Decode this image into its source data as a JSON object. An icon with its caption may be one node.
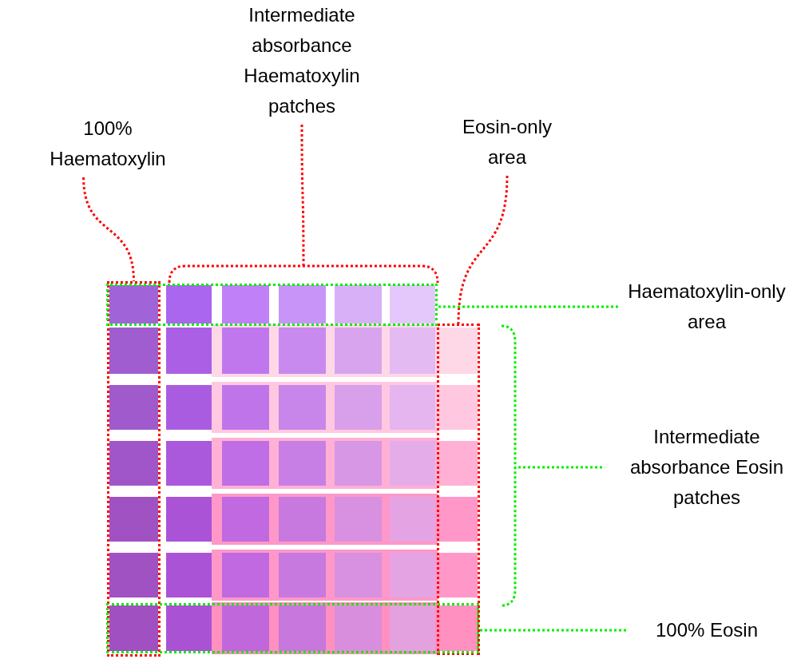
{
  "diagram": {
    "nodes": [
      {
        "text": [
          "100% Haematoxylin"
        ]
      },
      {
        "text": [
          "Intermediate absorbance Haematoxylin patches"
        ]
      },
      {
        "text": [
          "Eosin-only area"
        ]
      },
      {
        "text": [
          "Haematoxylin-only area"
        ]
      },
      {
        "text": [
          "Intermediate absorbance Eosin patches"
        ]
      },
      {
        "text": [
          "100% Eosin"
        ]
      },
      {
        "text": [],
        "shape": "box"
      },
      {
        "text": [],
        "shape": "bracket"
      },
      {
        "text": [],
        "shape": "box"
      },
      {
        "text": [],
        "shape": "box"
      },
      {
        "text": [],
        "shape": "bracket"
      },
      {
        "text": [],
        "shape": "box"
      }
    ],
    "edges": [
      {
        "from": 0,
        "to": 6,
        "arrow": "none",
        "color": "#ff0000"
      },
      {
        "from": 1,
        "to": 7,
        "arrow": "none",
        "color": "#ff0000"
      },
      {
        "from": 2,
        "to": 8,
        "arrow": "none",
        "color": "#ff0000"
      },
      {
        "from": 3,
        "to": 9,
        "arrow": "none",
        "color": "#00ee00"
      },
      {
        "from": 4,
        "to": 10,
        "arrow": "none",
        "color": "#00ee00"
      },
      {
        "from": 5,
        "to": 11,
        "arrow": "none",
        "color": "#00ee00"
      }
    ]
  }
}
